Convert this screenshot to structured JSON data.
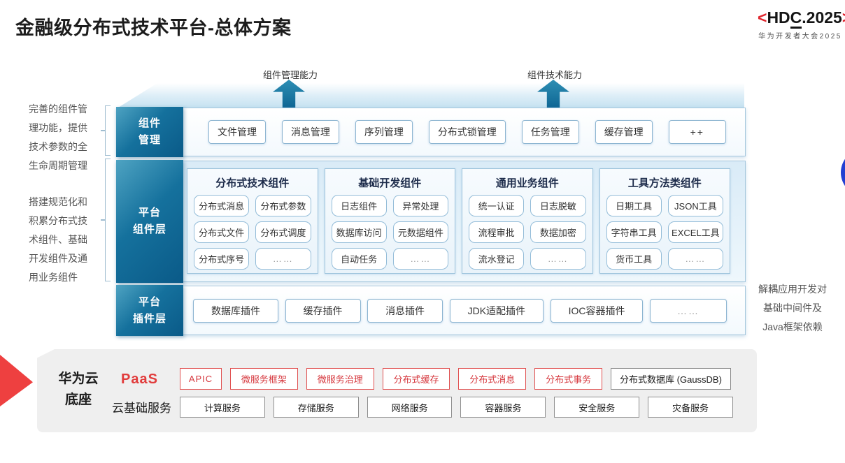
{
  "header": {
    "title": "金融级分布式技术平台-总体方案",
    "logo": {
      "bracket_left": "<",
      "hd": "HD",
      "c": "C",
      "year": ".2025",
      "bracket_right": ">",
      "subtitle": "华为开发者大会2025"
    }
  },
  "capability_arrows": {
    "left": "组件管理能力",
    "right": "组件技术能力"
  },
  "annotations": {
    "left_top": "完善的组件管理功能，提供技术参数的全生命周期管理",
    "left_bottom": "搭建规范化和积累分布式技术组件、基础开发组件及通用业务组件",
    "right": "解耦应用开发对基础中间件及Java框架依赖"
  },
  "rows": {
    "management": {
      "label_lines": [
        "组件",
        "管理"
      ],
      "items": [
        "文件管理",
        "消息管理",
        "序列管理",
        "分布式锁管理",
        "任务管理",
        "缓存管理",
        "++"
      ]
    },
    "components": {
      "label_lines": [
        "平台",
        "组件层"
      ],
      "groups": [
        {
          "title": "分布式技术组件",
          "items": [
            "分布式消息",
            "分布式参数",
            "分布式文件",
            "分布式调度",
            "分布式序号",
            "……"
          ]
        },
        {
          "title": "基础开发组件",
          "items": [
            "日志组件",
            "异常处理",
            "数据库访问",
            "元数据组件",
            "自动任务",
            "……"
          ]
        },
        {
          "title": "通用业务组件",
          "items": [
            "统一认证",
            "日志脱敏",
            "流程审批",
            "数据加密",
            "流水登记",
            "……"
          ]
        },
        {
          "title": "工具方法类组件",
          "items": [
            "日期工具",
            "JSON工具",
            "字符串工具",
            "EXCEL工具",
            "货币工具",
            "……"
          ]
        }
      ]
    },
    "plugins": {
      "label_lines": [
        "平台",
        "插件层"
      ],
      "items": [
        "数据库插件",
        "缓存插件",
        "消息插件",
        "JDK适配插件",
        "IOC容器插件",
        "……"
      ]
    }
  },
  "cloud": {
    "label_lines": [
      "华为云",
      "底座"
    ],
    "paas": {
      "label": "PaaS",
      "items": [
        "APIC",
        "微服务框架",
        "微服务治理",
        "分布式缓存",
        "分布式消息",
        "分布式事务"
      ],
      "db_item": "分布式数据库 (GaussDB)"
    },
    "iaas": {
      "label": "云基础服务",
      "items": [
        "计算服务",
        "存储服务",
        "网络服务",
        "容器服务",
        "安全服务",
        "灾备服务"
      ]
    }
  },
  "colors": {
    "teal_dark": "#0a5a88",
    "teal_light": "#4ea3c2",
    "accent_red": "#d6393f",
    "hdc_red": "#e0262e",
    "circle_blue": "#2240d2",
    "border_blue": "#8db5d1",
    "cloud_gray": "#efefef"
  }
}
